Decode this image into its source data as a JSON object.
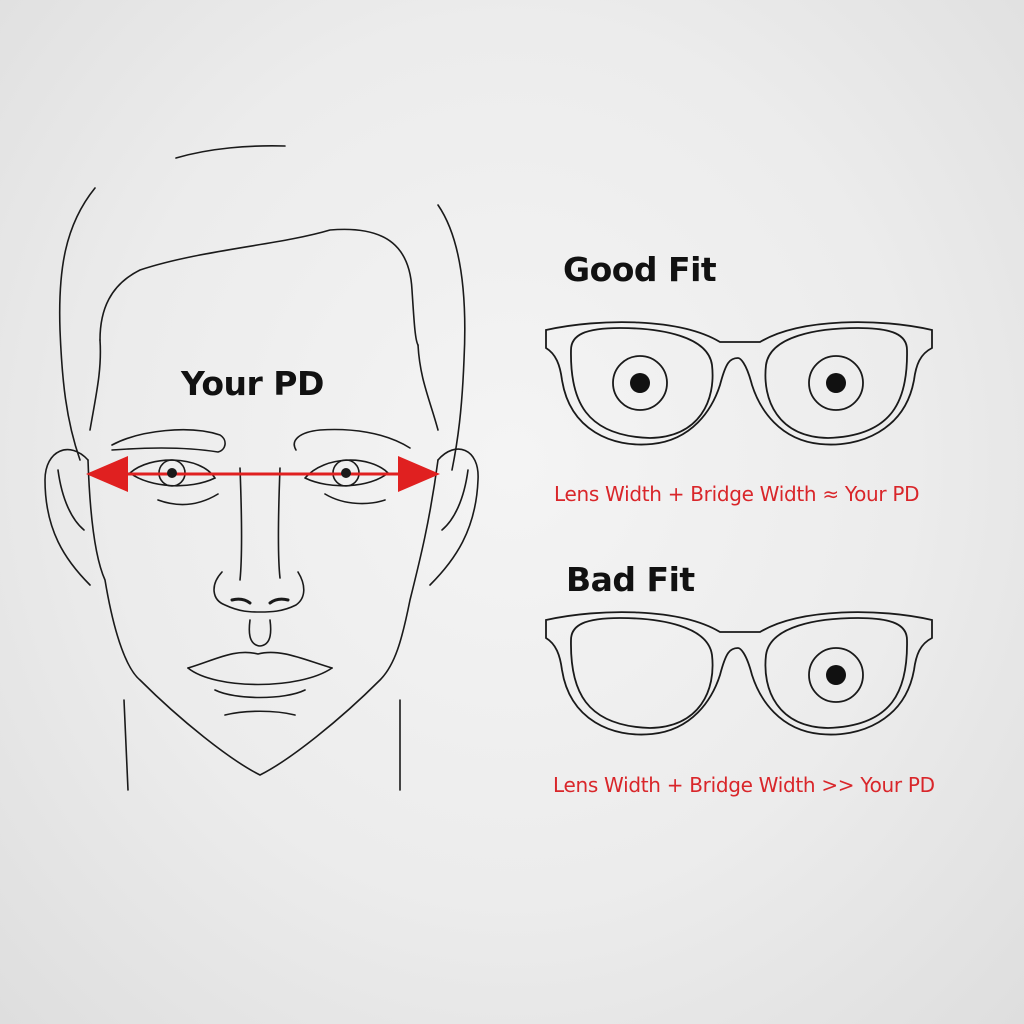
{
  "face_diagram": {
    "label": "Your PD",
    "measurement_color": "#e02020"
  },
  "good_fit": {
    "title": "Good Fit",
    "formula": "Lens Width + Bridge Width ≈ Your PD",
    "pupils_visible": [
      "left",
      "right"
    ]
  },
  "bad_fit": {
    "title": "Bad Fit",
    "formula": "Lens Width + Bridge Width >> Your PD",
    "pupils_visible": [
      "right"
    ]
  },
  "colors": {
    "line": "#1a1a1a",
    "accent_red": "#d9262a",
    "background": "#ececec"
  }
}
